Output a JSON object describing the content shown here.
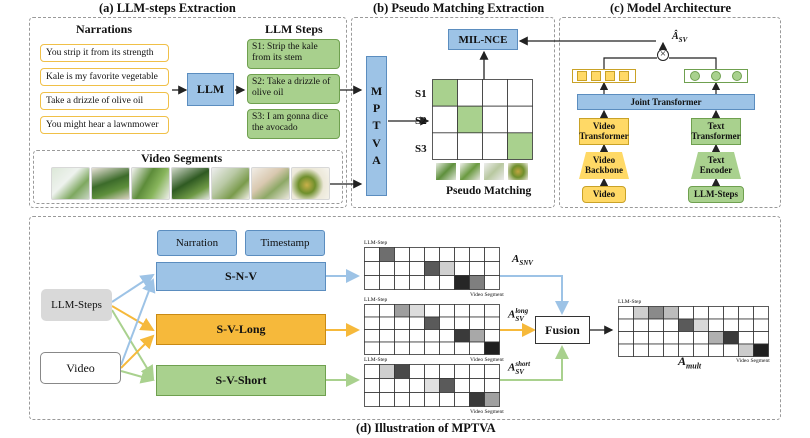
{
  "section_titles": {
    "a": "(a) LLM-steps Extraction",
    "b": "(b) Pseudo Matching Extraction",
    "c": "(c) Model Architecture",
    "d": "(d) Illustration of MPTVA"
  },
  "panel_a": {
    "narrations_title": "Narrations",
    "narrations": [
      "You strip it from its strength",
      "Kale is my favorite vegetable",
      "Take a drizzle of olive oil",
      "You might hear a lawnmower"
    ],
    "llm_label": "LLM",
    "llm_steps_title": "LLM Steps",
    "steps": [
      "S1:  Strip  the  kale from its stem",
      "S2: Take a drizzle of olive oil",
      "S3: I am gonna dice the avocado"
    ],
    "video_segments_title": "Video Segments"
  },
  "panel_b": {
    "mptva_letters": [
      "M",
      "P",
      "T",
      "V",
      "A"
    ],
    "mil_nce_label": "MIL-NCE",
    "row_labels": [
      "S1",
      "S2",
      "S3"
    ],
    "pseudo_matching_label": "Pseudo Matching"
  },
  "panel_c": {
    "a_sv_label": "Â",
    "a_sv_sub": "SV",
    "joint_transformer": "Joint Transformer",
    "video_transformer": "Video Transformer",
    "text_transformer": "Text Transformer",
    "video_backbone": "Video Backbone",
    "text_encoder": "Text Encoder",
    "video_input": "Video",
    "text_input": "LLM-Steps"
  },
  "panel_d": {
    "inputs": [
      "LLM-Steps",
      "Video"
    ],
    "narration_tag": "Narration",
    "timestamp_tag": "Timestamp",
    "branches": [
      "S-N-V",
      "S-V-Long",
      "S-V-Short"
    ],
    "matrix_y_label": "LLM-Step",
    "matrix_x_label": "Video Segment",
    "a_labels": [
      {
        "main": "A",
        "sub": "SNV",
        "sup": ""
      },
      {
        "main": "A",
        "sub": "SV",
        "sup": "long"
      },
      {
        "main": "A",
        "sub": "SV",
        "sup": "short"
      }
    ],
    "fusion_label": "Fusion",
    "a_mult": {
      "main": "A",
      "sub": "mult"
    }
  },
  "colors": {
    "blue": "#9dc3e6",
    "yellow": "#ffd966",
    "orange": "#f6b93b",
    "green": "#a9d18e",
    "gray": "#d9d9d9"
  }
}
